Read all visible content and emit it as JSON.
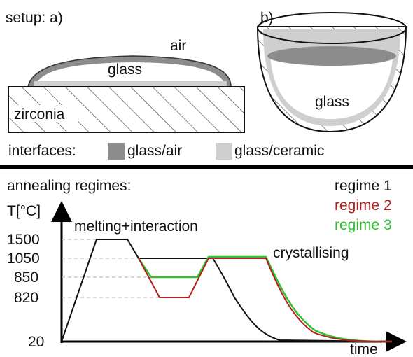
{
  "setup": {
    "heading": "setup: a)",
    "label_b": "b)",
    "air": "air",
    "glass_a": "glass",
    "glass_b": "glass",
    "substrate": "zirconia"
  },
  "interfaces": {
    "heading": "interfaces:",
    "items": [
      {
        "label": "glass/air",
        "color": "#8c8c8c"
      },
      {
        "label": "glass/ceramic",
        "color": "#cfcfcf"
      }
    ]
  },
  "annealing": {
    "heading": "annealing regimes:",
    "ylabel": "T[°C]",
    "xlabel": "time",
    "annotations": {
      "melting": "melting+interaction",
      "crystallising": "crystallising"
    },
    "yticks": [
      "1500",
      "1050",
      "850",
      "820",
      "20"
    ],
    "legend": [
      {
        "name": "regime 1",
        "color": "#111111"
      },
      {
        "name": "regime 2",
        "color": "#b01e1e"
      },
      {
        "name": "regime 3",
        "color": "#2fbf2f"
      }
    ]
  },
  "chart_data": {
    "type": "line",
    "xlabel": "time",
    "ylabel": "T[°C]",
    "y_tick_values": [
      20,
      820,
      850,
      1050,
      1500
    ],
    "series": [
      {
        "name": "regime 1",
        "color": "#111111",
        "segments": [
          "heat to 1500",
          "hold 1500",
          "cool to 1050",
          "hold 1050",
          "cool to 20"
        ]
      },
      {
        "name": "regime 2",
        "color": "#b01e1e",
        "segments": [
          "cool to 820",
          "hold 820",
          "heat to 1050",
          "hold 1050",
          "cool to 20"
        ]
      },
      {
        "name": "regime 3",
        "color": "#2fbf2f",
        "segments": [
          "cool to 850",
          "hold 850",
          "heat to 1050",
          "hold 1050",
          "cool to 20"
        ]
      }
    ]
  }
}
